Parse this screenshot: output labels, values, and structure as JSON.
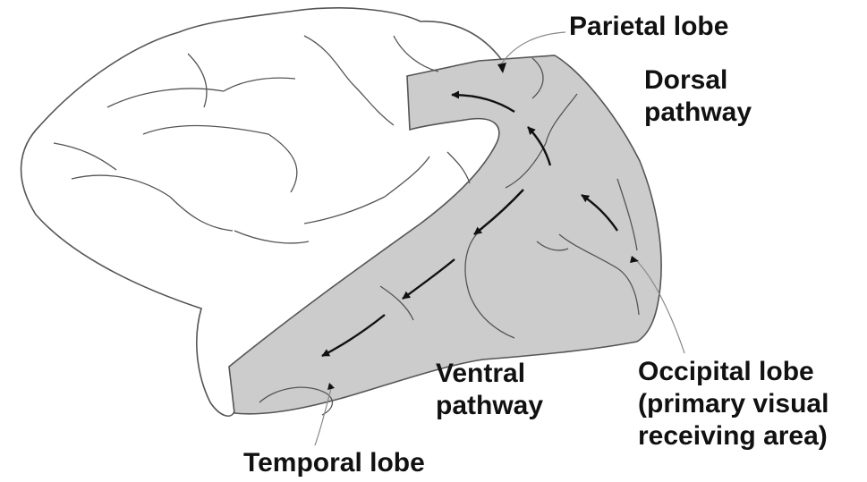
{
  "labels": {
    "parietal": "Parietal lobe",
    "dorsal": [
      "Dorsal",
      "pathway"
    ],
    "ventral": [
      "Ventral",
      "pathway"
    ],
    "occipital": [
      "Occipital lobe",
      "(primary visual",
      "receiving area)"
    ],
    "temporal": "Temporal lobe"
  },
  "colors": {
    "outline": "#555555",
    "shading": "#cccccc",
    "arrow": "#111111",
    "text": "#111111"
  }
}
